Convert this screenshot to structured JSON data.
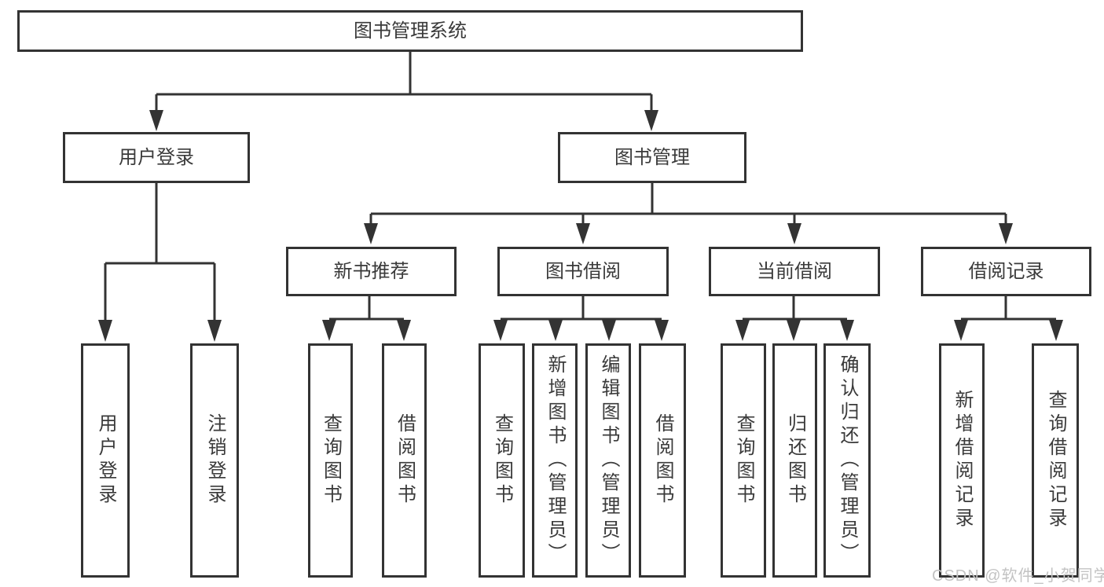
{
  "diagram_title": "图书管理系统",
  "nodes": {
    "root": "图书管理系统",
    "login": "用户登录",
    "manage": "图书管理",
    "login_children": [
      "用户登录",
      "注销登录"
    ],
    "l3": [
      "新书推荐",
      "图书借阅",
      "当前借阅",
      "借阅记录"
    ],
    "recommend_children": [
      "查询图书",
      "借阅图书"
    ],
    "borrow_children": [
      "查询图书",
      "新增图书（管理员）",
      "编辑图书（管理员）",
      "借阅图书"
    ],
    "current_children": [
      "查询图书",
      "归还图书",
      "确认归还（管理员）"
    ],
    "record_children": [
      "新增借阅记录",
      "查询借阅记录"
    ]
  },
  "watermark": "CSDN @软件_小贺同学",
  "colors": {
    "line": "#333333",
    "box_border": "#333333",
    "box_fill": "#ffffff",
    "text": "#3a3a3a",
    "watermark": "#c3c3c3",
    "background": "#ffffff"
  }
}
